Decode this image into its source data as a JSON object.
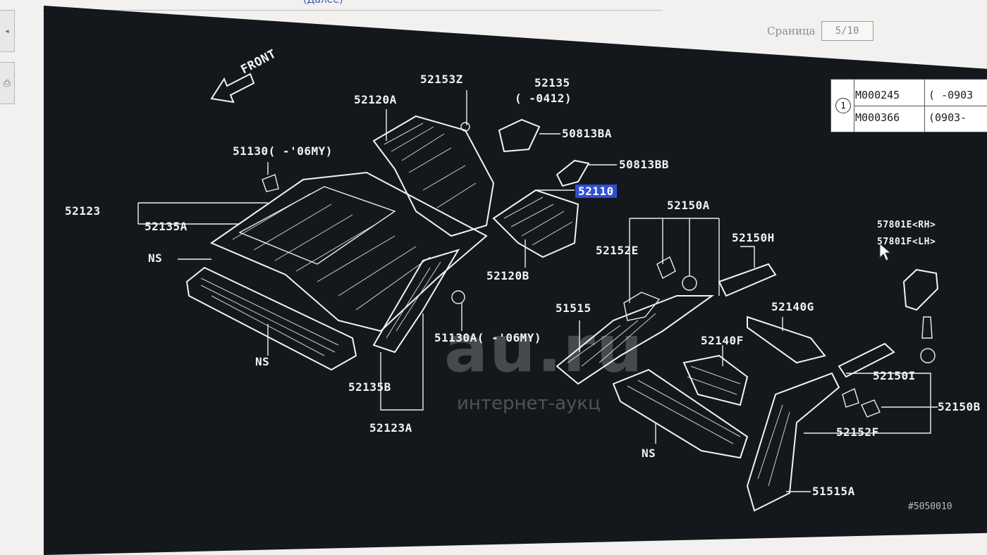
{
  "toolbar": {
    "top_link": "(Далее)",
    "page_label": "Сраница",
    "page_value": "5/10"
  },
  "diagram": {
    "front_label": "FRONT",
    "callouts": {
      "p52153z": "52153Z",
      "p52135": "52135",
      "p52135_range": "( -0412)",
      "p52120a": "52120A",
      "p50813ba": "50813BA",
      "p50813bb": "50813BB",
      "p51130": "51130( -'06MY)",
      "p52110": "52110",
      "p52123": "52123",
      "p52135a": "52135A",
      "p52150a": "52150A",
      "ns1": "NS",
      "p52152e": "52152E",
      "p52150h": "52150H",
      "p52120b": "52120B",
      "p57801e": "57801E<RH>",
      "p57801f": "57801F<LH>",
      "p51515": "51515",
      "p52140g": "52140G",
      "p51130a": "51130A( -'06MY)",
      "ns2": "NS",
      "p52140f": "52140F",
      "p52135b": "52135B",
      "p52150i": "52150I",
      "p52150b": "52150B",
      "p52123a": "52123A",
      "p52152f": "52152F",
      "ns3": "NS",
      "p51515a": "51515A"
    },
    "ref_table": {
      "marker": "1",
      "rows": [
        {
          "code": "M000245",
          "range": "( -0903"
        },
        {
          "code": "M000366",
          "range": "(0903-"
        }
      ]
    },
    "figure_code": "#5050010"
  },
  "watermark": {
    "main": "au.ru",
    "sub": "интернет-аукц"
  },
  "colors": {
    "viewer_bg": "#14181c",
    "line": "#f2f2f2",
    "selection": "#2f4fd6",
    "page_bg": "#f2f1ef"
  }
}
